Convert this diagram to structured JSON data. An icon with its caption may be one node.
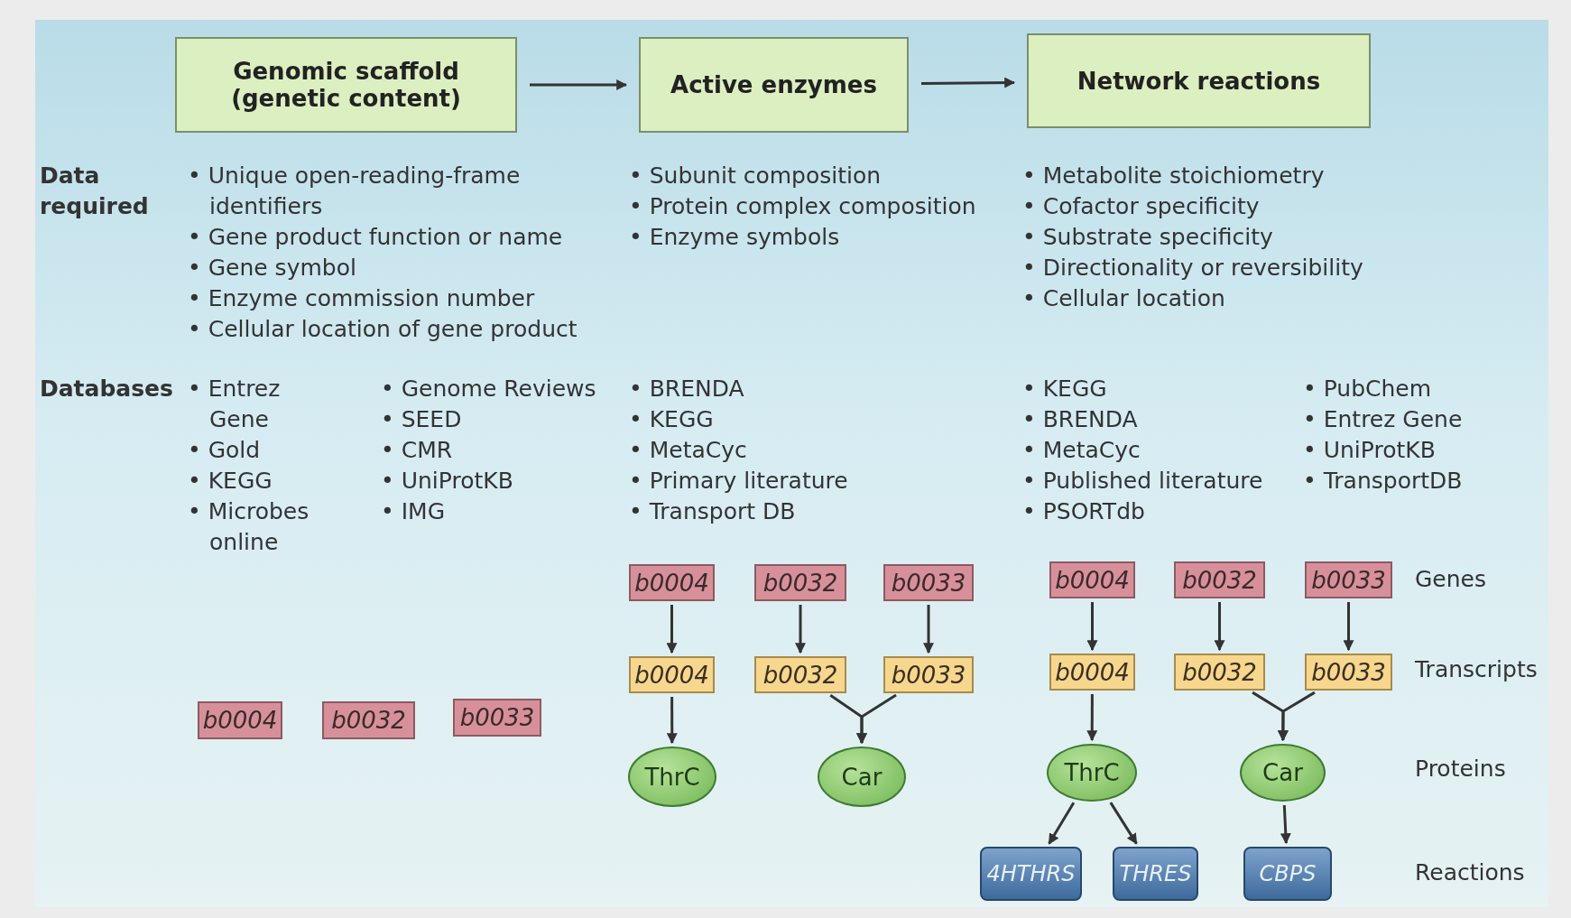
{
  "diagram": {
    "nodes": [
      {
        "text": [
          "Genomic scaffold (genetic content)"
        ]
      },
      {
        "text": [
          "Active enzymes"
        ]
      },
      {
        "text": [
          "Network reactions"
        ]
      },
      {
        "text": [
          "b0004"
        ]
      },
      {
        "text": [
          "b0032"
        ]
      },
      {
        "text": [
          "b0033"
        ]
      },
      {
        "text": [
          "b0004"
        ]
      },
      {
        "text": [
          "b0032"
        ]
      },
      {
        "text": [
          "b0033"
        ]
      },
      {
        "text": [
          "b0004"
        ]
      },
      {
        "text": [
          "b0032"
        ]
      },
      {
        "text": [
          "b0033"
        ]
      },
      {
        "text": [
          "b0004"
        ]
      },
      {
        "text": [
          "b0032"
        ]
      },
      {
        "text": [
          "b0033"
        ]
      },
      {
        "text": [
          "b0004"
        ]
      },
      {
        "text": [
          "b0032"
        ]
      },
      {
        "text": [
          "b0033"
        ]
      },
      {
        "text": [
          "ThrC"
        ]
      },
      {
        "text": [
          "Car"
        ]
      },
      {
        "text": [
          "ThrC"
        ]
      },
      {
        "text": [
          "Car"
        ]
      },
      {
        "text": [
          "4HTHRS"
        ]
      },
      {
        "text": [
          "THRES"
        ]
      },
      {
        "text": [
          "CBPS"
        ]
      }
    ],
    "edges": [
      {
        "from": 0,
        "to": 1,
        "arrow": "to"
      },
      {
        "from": 1,
        "to": 2,
        "arrow": "to"
      },
      {
        "from": 6,
        "to": 12,
        "arrow": "to"
      },
      {
        "from": 7,
        "to": 13,
        "arrow": "to"
      },
      {
        "from": 8,
        "to": 14,
        "arrow": "to"
      },
      {
        "from": 9,
        "to": 15,
        "arrow": "to"
      },
      {
        "from": 10,
        "to": 16,
        "arrow": "to"
      },
      {
        "from": 11,
        "to": 17,
        "arrow": "to"
      },
      {
        "from": 12,
        "to": 18,
        "arrow": "to"
      },
      {
        "from": 13,
        "to": 19,
        "arrow": "to"
      },
      {
        "from": 14,
        "to": 19,
        "arrow": "to"
      },
      {
        "from": 15,
        "to": 20,
        "arrow": "to"
      },
      {
        "from": 16,
        "to": 21,
        "arrow": "to"
      },
      {
        "from": 17,
        "to": 21,
        "arrow": "to"
      },
      {
        "from": 20,
        "to": 22,
        "arrow": "to"
      },
      {
        "from": 20,
        "to": 23,
        "arrow": "to"
      },
      {
        "from": 21,
        "to": 24,
        "arrow": "to"
      }
    ],
    "labels": [
      "Data required",
      "• Unique open-reading-frame identifiers",
      "• Gene product function or name",
      "• Gene symbol",
      "• Enzyme commission number",
      "• Cellular location of gene product",
      "• Subunit composition",
      "• Protein complex composition",
      "• Enzyme symbols",
      "• Metabolite stoichiometry",
      "• Cofactor specificity",
      "• Substrate specificity",
      "• Directionality or reversibility",
      "• Cellular location",
      "Databases",
      "• Entrez Gene",
      "• Gold",
      "• KEGG",
      "• Microbes online",
      "• Genome Reviews",
      "• SEED",
      "• CMR",
      "• UniProtKB",
      "• IMG",
      "• BRENDA",
      "• KEGG",
      "• MetaCyc",
      "• Primary literature",
      "• Transport DB",
      "• KEGG",
      "• BRENDA",
      "• MetaCyc",
      "• Published literature",
      "• PSORTdb",
      "• PubChem",
      "• Entrez Gene",
      "• UniProtKB",
      "• TransportDB",
      "Genes",
      "Transcripts",
      "Proteins",
      "Reactions"
    ]
  }
}
